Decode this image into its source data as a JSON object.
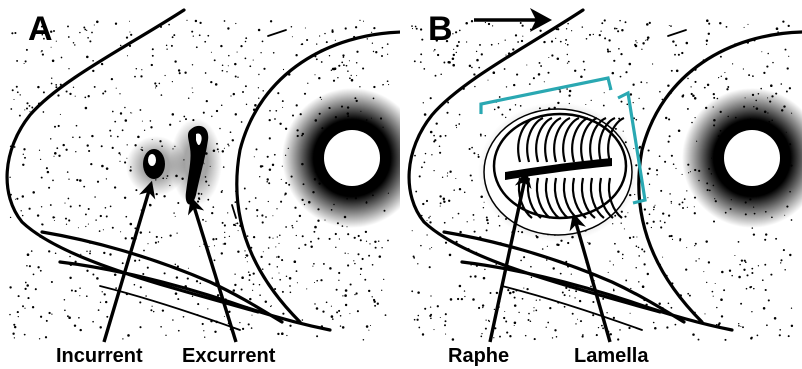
{
  "panels": [
    {
      "letter": "A",
      "labels": {
        "incurrent": "Incurrent",
        "excurrent": "Excurrent"
      }
    },
    {
      "letter": "B",
      "labels": {
        "raphe": "Raphe",
        "lamella": "Lamella"
      }
    }
  ],
  "colors": {
    "bracket": "#2aa8b2",
    "ink": "#000000"
  },
  "icons": {
    "direction_arrow": "right-arrow-icon"
  }
}
